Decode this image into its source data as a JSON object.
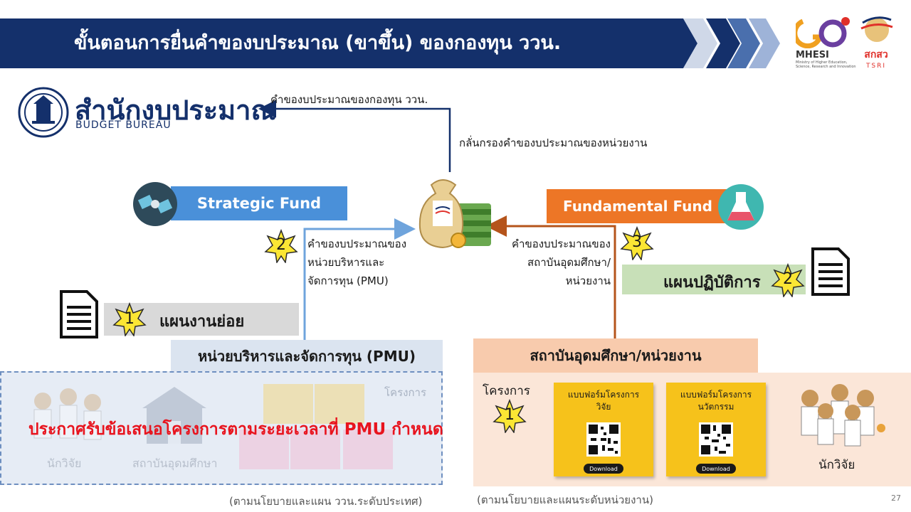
{
  "header": {
    "title": "ขั้นตอนการยื่นคำของบประมาณ (ขาขึ้น) ของกองทุน ววน.",
    "logo_mhesi": "MHESI",
    "logo_mhesi_sub": "Ministry of Higher Education, Science, Research and Innovation",
    "logo_tsri_th": "สกสว",
    "logo_tsri_en": "TSRI"
  },
  "bureau": {
    "name_th": "สำนักงบประมาณ",
    "name_en": "BUDGET BUREAU"
  },
  "top_arrow_label": "คำของบประมาณของกองทุน ววน.",
  "screen_label": "กลั่นกรองคำของบประมาณของหน่วยงาน",
  "strategic": {
    "label": "Strategic Fund",
    "step_number": "2",
    "request_lines": [
      "คำของบประมาณของ",
      "หน่วยบริหารและ",
      "จัดการทุน (PMU)"
    ],
    "subplan_number": "1",
    "subplan_label": "แผนงานย่อย",
    "pmu_label": "หน่วยบริหารและจัดการทุน (PMU)",
    "panel_project": "โครงการ",
    "announce": "ประกาศรับข้อเสนอโครงการตามระยะเวลาที่ PMU กำหนด",
    "researcher": "นักวิจัย",
    "university": "สถาบันอุดมศึกษา",
    "footnote": "(ตามนโยบายและแผน ววน.ระดับประเทศ)"
  },
  "fundamental": {
    "label": "Fundamental Fund",
    "step_number": "3",
    "request_lines": [
      "คำของบประมาณของ",
      "สถาบันอุดมศึกษา/",
      "หน่วยงาน"
    ],
    "opplan_number": "2",
    "opplan_label": "แผนปฏิบัติการ",
    "inst_label": "สถาบันอุดมศึกษา/หน่วยงาน",
    "panel_project": "โครงการ",
    "project_number": "1",
    "card1_lines": [
      "แบบฟอร์มโครงการ",
      "วิจัย"
    ],
    "card2_lines": [
      "แบบฟอร์มโครงการ",
      "นวัตกรรม"
    ],
    "download": "Download",
    "researcher": "นักวิจัย",
    "footnote": "(ตามนโยบายและแผนระดับหน่วยงาน)"
  },
  "page_number": "27",
  "colors": {
    "navy": "#14306b",
    "strategic_blue": "#4a90d9",
    "fundamental_orange": "#ed7626",
    "star_yellow": "#fbe634",
    "card_yellow": "#f6c21b",
    "announce_red": "#e8141e"
  }
}
